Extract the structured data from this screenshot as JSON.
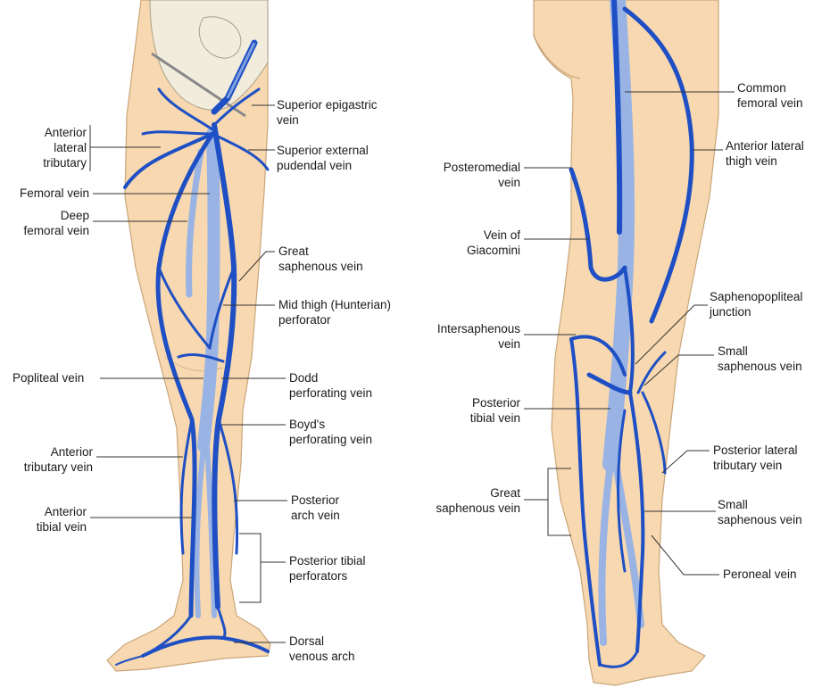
{
  "anterior_view": {
    "labels": {
      "superior_epigastric": [
        "Superior epigastric",
        "vein"
      ],
      "anterior_lateral_tributary": [
        "Anterior",
        "lateral",
        "tributary"
      ],
      "superior_external_pudendal": [
        "Superior external",
        "pudendal vein"
      ],
      "femoral_vein": [
        "Femoral vein"
      ],
      "deep_femoral": [
        "Deep",
        "femoral vein"
      ],
      "great_saphenous": [
        "Great",
        "saphenous vein"
      ],
      "mid_thigh_perforator": [
        "Mid thigh (Hunterian)",
        "perforator"
      ],
      "popliteal_vein": [
        "Popliteal vein"
      ],
      "dodd_perforating": [
        "Dodd",
        "perforating vein"
      ],
      "boyds_perforating": [
        "Boyd's",
        "perforating vein"
      ],
      "anterior_tributary": [
        "Anterior",
        "tributary vein"
      ],
      "posterior_arch": [
        "Posterior",
        "arch vein"
      ],
      "anterior_tibial": [
        "Anterior",
        "tibial vein"
      ],
      "posterior_tibial_perforators": [
        "Posterior tibial",
        "perforators"
      ],
      "dorsal_venous_arch": [
        "Dorsal",
        "venous arch"
      ]
    }
  },
  "posterior_view": {
    "labels": {
      "common_femoral": [
        "Common",
        "femoral vein"
      ],
      "anterior_lateral_thigh": [
        "Anterior lateral",
        "thigh vein"
      ],
      "posteromedial": [
        "Posteromedial",
        "vein"
      ],
      "vein_of_giacomini": [
        "Vein of",
        "Giacomini"
      ],
      "saphenopopliteal_junction": [
        "Saphenopopliteal",
        "junction"
      ],
      "intersaphenous": [
        "Intersaphenous",
        "vein"
      ],
      "small_saphenous_upper": [
        "Small",
        "saphenous vein"
      ],
      "posterior_tibial": [
        "Posterior",
        "tibial vein"
      ],
      "posterior_lateral_tributary": [
        "Posterior lateral",
        "tributary vein"
      ],
      "great_saphenous": [
        "Great",
        "saphenous vein"
      ],
      "small_saphenous_lower": [
        "Small",
        "saphenous vein"
      ],
      "peroneal_vein": [
        "Peroneal vein"
      ]
    }
  },
  "colors": {
    "vein": "#1e4fc4",
    "deep_vein": "#98b3e4",
    "skin": "#f7d8b0",
    "bone": "#f1ecdc"
  }
}
